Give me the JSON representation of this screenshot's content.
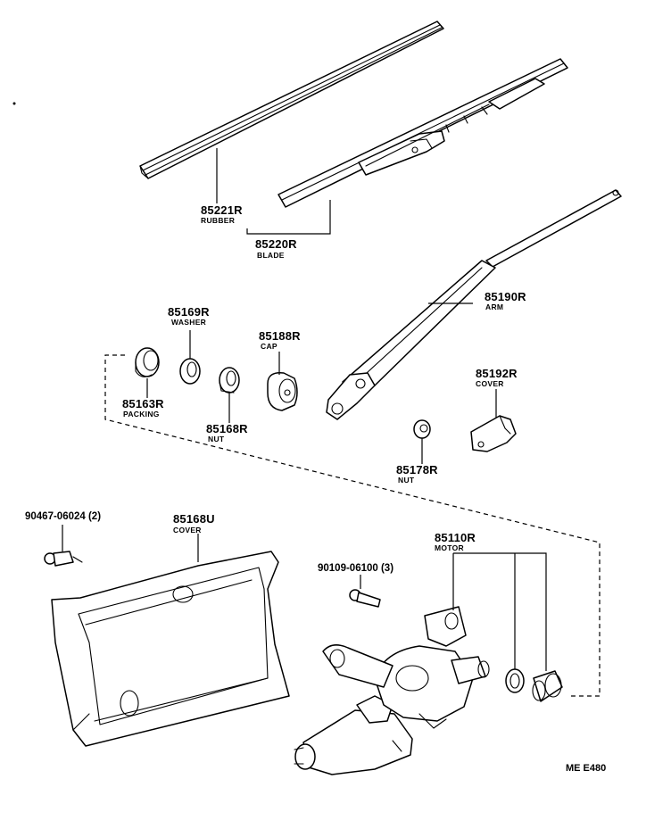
{
  "diagram": {
    "parts": [
      {
        "number": "85221R",
        "name": "RUBBER"
      },
      {
        "number": "85220R",
        "name": "BLADE"
      },
      {
        "number": "85190R",
        "name": "ARM"
      },
      {
        "number": "85169R",
        "name": "WASHER"
      },
      {
        "number": "85188R",
        "name": "CAP"
      },
      {
        "number": "85163R",
        "name": "PACKING"
      },
      {
        "number": "85168R",
        "name": "NUT"
      },
      {
        "number": "85192R",
        "name": "COVER"
      },
      {
        "number": "85178R",
        "name": "NUT"
      },
      {
        "number": "85168U",
        "name": "COVER"
      },
      {
        "number": "85110R",
        "name": "MOTOR"
      }
    ],
    "fasteners": [
      {
        "code": "90467-06024 (2)"
      },
      {
        "code": "90109-06100 (3)"
      }
    ],
    "figure_code": "ME E480"
  }
}
